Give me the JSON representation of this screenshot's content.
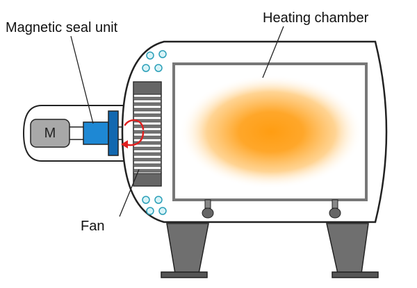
{
  "labels": {
    "magnetic_seal_unit": "Magnetic seal unit",
    "heating_chamber": "Heating chamber",
    "fan": "Fan",
    "motor": "M"
  },
  "colors": {
    "outline": "#222222",
    "body_fill": "#ffffff",
    "chamber_frame": "#777777",
    "heat_core": "#ff9d12",
    "heat_mid": "#ffc46a",
    "seal_unit": "#1e88d4",
    "seal_dark": "#1268b0",
    "motor": "#a8a8a8",
    "fan_dark": "#666666",
    "leg": "#6f6f6f",
    "foot": "#555555",
    "port_fill": "#d8f3f7",
    "port_stroke": "#2a9fb8",
    "rotation_arrow": "#e02020"
  },
  "icons": {
    "rotation": "rotation-arrow-icon",
    "ports": "port-circle-icon"
  }
}
